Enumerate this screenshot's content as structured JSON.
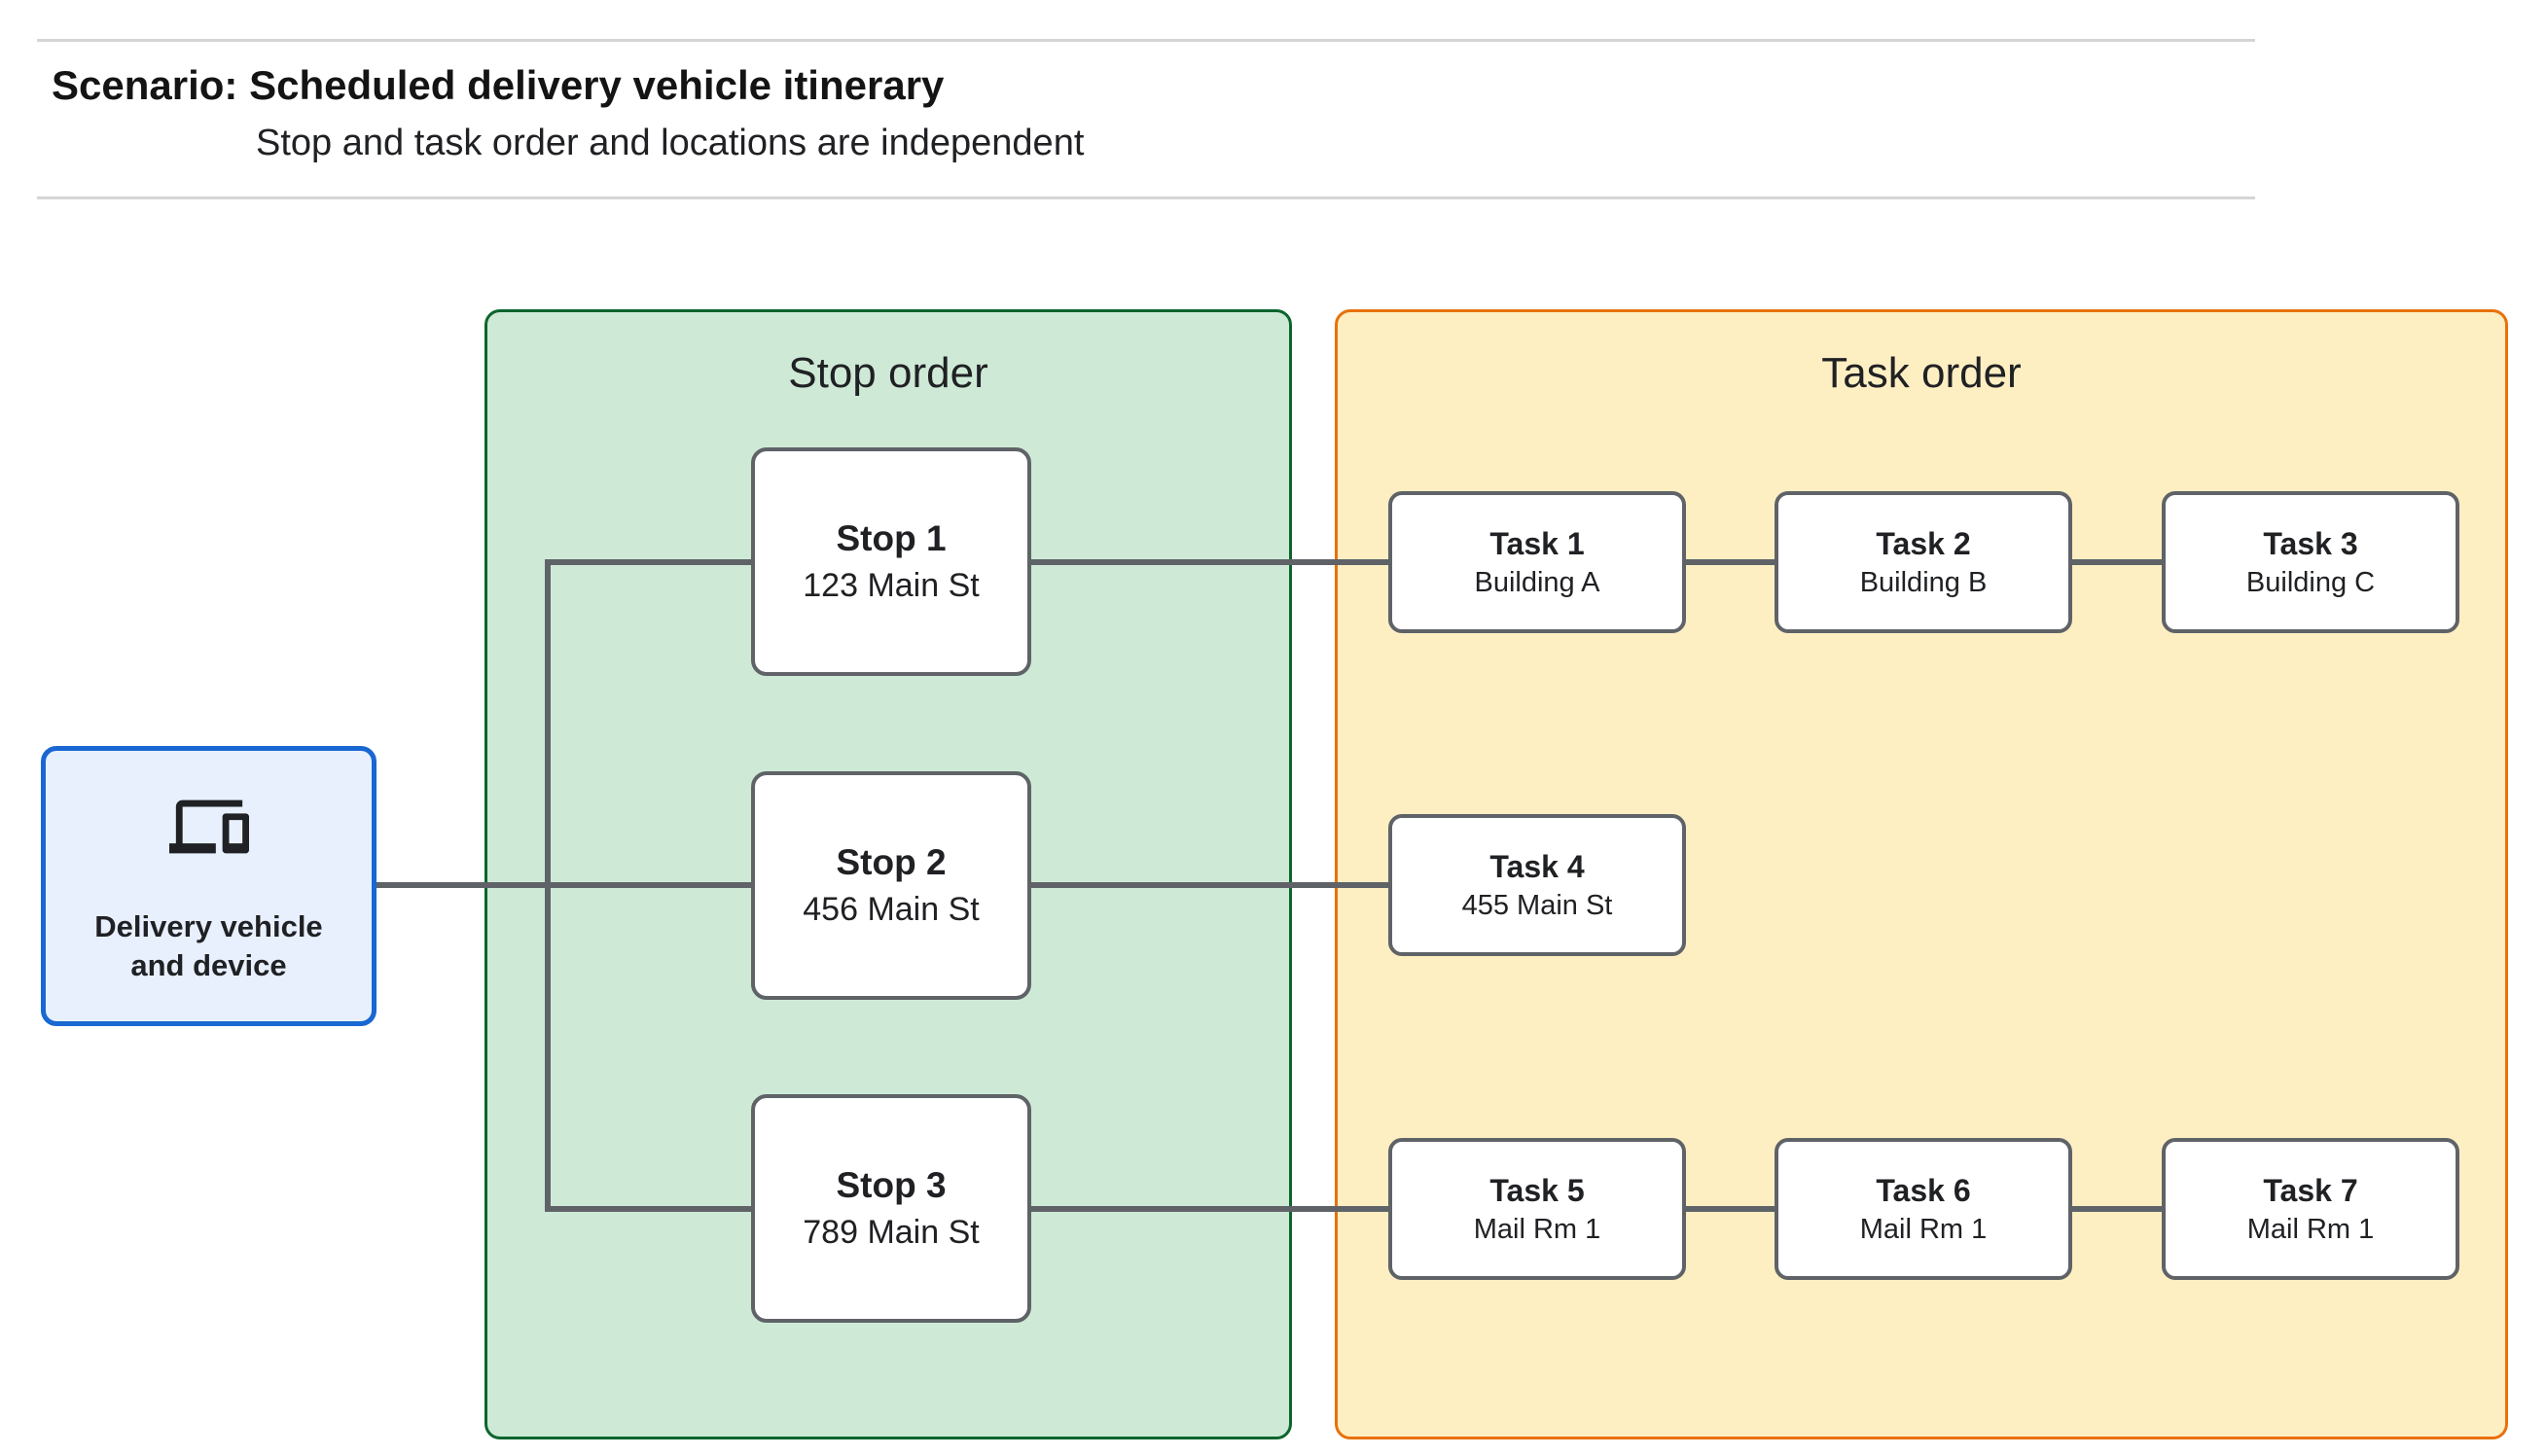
{
  "header": {
    "title": "Scenario: Scheduled delivery vehicle itinerary",
    "subtitle": "Stop and task order and locations are independent"
  },
  "source_node": {
    "icon": "devices-icon",
    "label_line1": "Delivery vehicle",
    "label_line2": "and device"
  },
  "panels": {
    "stop": {
      "label": "Stop order",
      "fill": "#CEEAD6",
      "border": "#0D652D"
    },
    "task": {
      "label": "Task order",
      "fill": "#FEEFC3",
      "border": "#E8710A"
    }
  },
  "stops": [
    {
      "title": "Stop 1",
      "location": "123 Main St"
    },
    {
      "title": "Stop 2",
      "location": "456 Main St"
    },
    {
      "title": "Stop 3",
      "location": "789 Main St"
    }
  ],
  "tasks": [
    {
      "title": "Task 1",
      "location": "Building A"
    },
    {
      "title": "Task 2",
      "location": "Building B"
    },
    {
      "title": "Task 3",
      "location": "Building C"
    },
    {
      "title": "Task 4",
      "location": "455 Main St"
    },
    {
      "title": "Task 5",
      "location": "Mail Rm 1"
    },
    {
      "title": "Task 6",
      "location": "Mail Rm 1"
    },
    {
      "title": "Task 7",
      "location": "Mail Rm 1"
    }
  ],
  "colors": {
    "source_fill": "#E8F0FE",
    "source_border": "#1967D2",
    "node_border": "#5F6368",
    "connector": "#5F6368",
    "text": "#202124",
    "divider": "#D5D5D5"
  }
}
